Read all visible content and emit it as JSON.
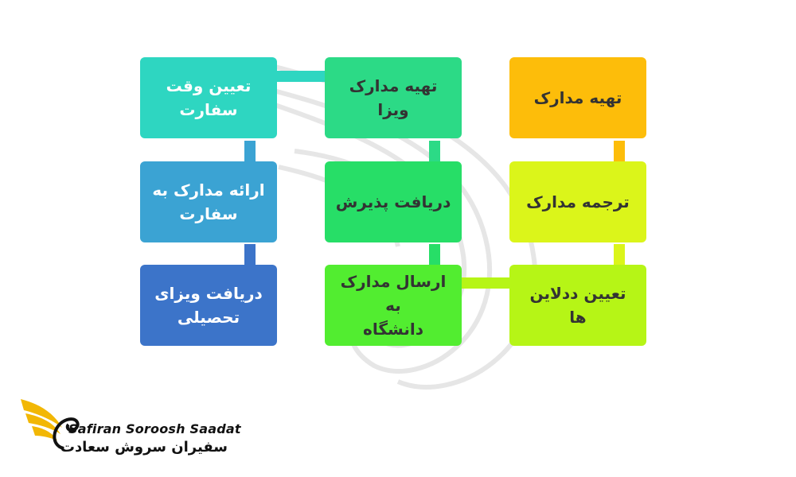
{
  "diagram": {
    "boxes": [
      {
        "id": "prepare-docs",
        "label": "تهیه مدارک",
        "color": "#FDBD0A",
        "text_color": "#333333"
      },
      {
        "id": "visa-docs",
        "label": "تهیه مدارک ویزا",
        "color": "#2CDA86",
        "text_color": "#333333"
      },
      {
        "id": "embassy-appointment",
        "label": "تعیین وقت\nسفارت",
        "color": "#2ED6C1",
        "text_color": "#ffffff"
      },
      {
        "id": "translate-docs",
        "label": "ترجمه مدارک",
        "color": "#DBF51A",
        "text_color": "#333333"
      },
      {
        "id": "admission",
        "label": "دریافت پذیرش",
        "color": "#27DE67",
        "text_color": "#333333"
      },
      {
        "id": "submit-embassy",
        "label": "ارائه مدارک به\nسفارت",
        "color": "#3BA3D3",
        "text_color": "#ffffff"
      },
      {
        "id": "deadlines",
        "label": "تعیین ددلاین ها",
        "color": "#B6F516",
        "text_color": "#333333"
      },
      {
        "id": "send-university",
        "label": "ارسال مدارک به\nدانشگاه",
        "color": "#52ED30",
        "text_color": "#333333"
      },
      {
        "id": "student-visa",
        "label": "دریافت ویزای\nتحصیلی",
        "color": "#3C74C9",
        "text_color": "#ffffff"
      }
    ],
    "connector_colors": {
      "orange": "#FDBD0A",
      "yellow_green": "#DBF51A",
      "light_green": "#B6F516",
      "green": "#2CDA86",
      "bright_green": "#27DE67",
      "teal": "#2ED6C1",
      "blue": "#3BA3D3",
      "dark_blue": "#3C74C9"
    }
  },
  "logo": {
    "latin": "Safiran Soroosh Saadat",
    "persian": "سفیران سروش سعادت",
    "accent_color": "#F2B705",
    "icon": "swan-wings-icon"
  }
}
